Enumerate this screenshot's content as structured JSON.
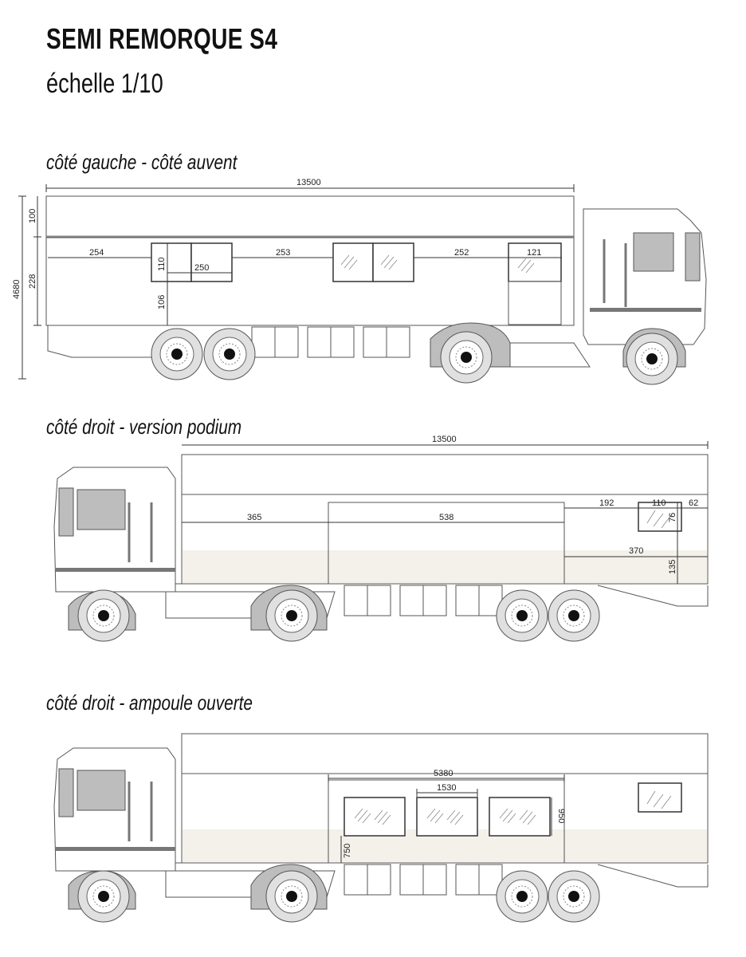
{
  "header": {
    "title": "SEMI REMORQUE S4",
    "scale": "échelle 1/10"
  },
  "views": {
    "left": {
      "heading": "côté gauche - côté auvent",
      "dims": {
        "total_length": "13500",
        "total_height": "4680",
        "roof": "100",
        "window_band": "228",
        "lower": "106",
        "gap_front": "254",
        "window_height": "110",
        "window_width": "250",
        "gap_mid1": "253",
        "gap_mid2": "252",
        "small_window": "121"
      }
    },
    "podium": {
      "heading": "côté droit - version podium",
      "dims": {
        "total_length": "13500",
        "front_section": "365",
        "podium_section": "538",
        "rear_gap": "192",
        "small_window_width": "110",
        "end_gap": "62",
        "small_window_height": "76",
        "rear_section": "370",
        "podium_height": "135"
      }
    },
    "open": {
      "heading": "côté droit - ampoule ouverte",
      "dims": {
        "opening_length": "5380",
        "window_width": "1530",
        "window_height": "950",
        "sill_height": "750"
      }
    }
  }
}
